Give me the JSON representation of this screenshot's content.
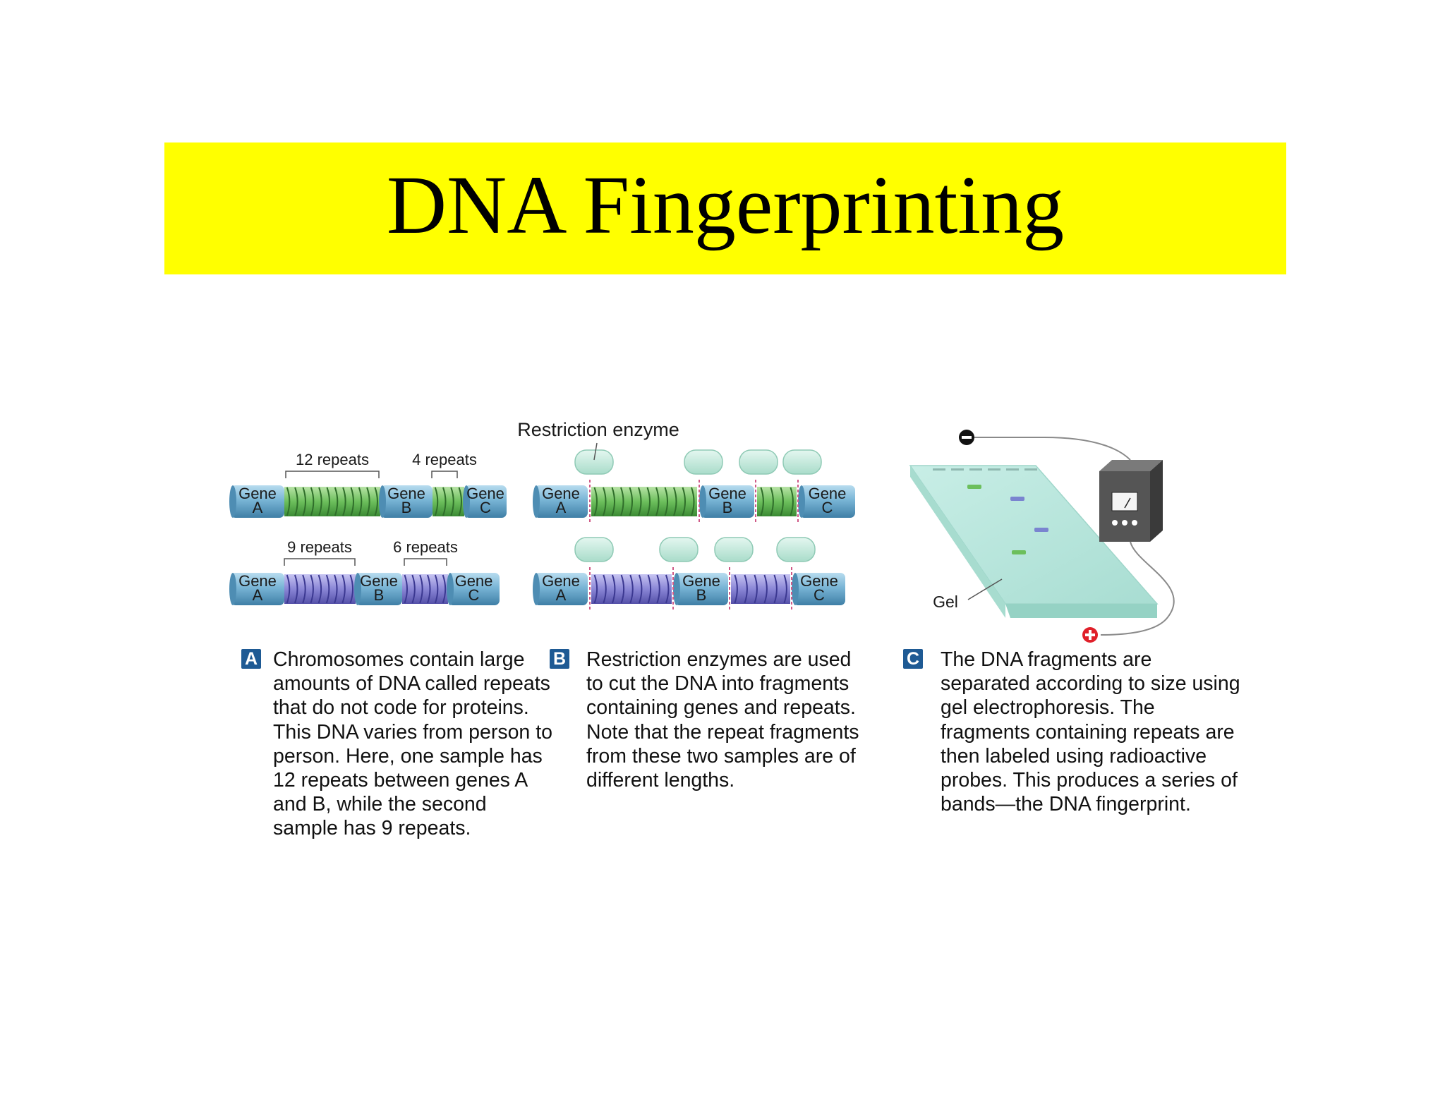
{
  "title": "DNA Fingerprinting",
  "colors": {
    "title_bg": "#ffff00",
    "gene": "#79b5d6",
    "repeat_a": "#6cbf5c",
    "repeat_b": "#8a86d6",
    "enzyme": "#bfe9dc",
    "gel": "#bde8df",
    "badge": "#1e5a94",
    "cut_line": "#d05a87"
  },
  "panel_a": {
    "strand1": {
      "gene_a": [
        "Gene",
        "A"
      ],
      "gene_b": [
        "Gene",
        "B"
      ],
      "gene_c": [
        "Gene",
        "C"
      ],
      "repeats_ab": "12 repeats",
      "repeats_bc": "4 repeats"
    },
    "strand2": {
      "gene_a": [
        "Gene",
        "A"
      ],
      "gene_b": [
        "Gene",
        "B"
      ],
      "gene_c": [
        "Gene",
        "C"
      ],
      "repeats_ab": "9 repeats",
      "repeats_bc": "6 repeats"
    }
  },
  "panel_b": {
    "enzyme_label": "Restriction enzyme",
    "strand1": {
      "gene_a": [
        "Gene",
        "A"
      ],
      "gene_b": [
        "Gene",
        "B"
      ],
      "gene_c": [
        "Gene",
        "C"
      ]
    },
    "strand2": {
      "gene_a": [
        "Gene",
        "A"
      ],
      "gene_b": [
        "Gene",
        "B"
      ],
      "gene_c": [
        "Gene",
        "C"
      ]
    }
  },
  "panel_c": {
    "gel_label": "Gel"
  },
  "captions": [
    {
      "badge": "A",
      "text": "Chromosomes contain large\namounts of DNA called repeats\nthat do not code for proteins.\nThis DNA varies from person to\nperson. Here, one sample has\n12 repeats between genes A\nand B, while the second\nsample has 9 repeats."
    },
    {
      "badge": "B",
      "text": "Restriction enzymes are used\nto cut the DNA into fragments\ncontaining genes and repeats.\nNote that the repeat fragments\nfrom these two samples are of\ndifferent lengths."
    },
    {
      "badge": "C",
      "text": "The DNA fragments are\nseparated according to size using\ngel electrophoresis.  The\nfragments containing repeats are\nthen labeled using radioactive\nprobes. This produces a series of\nbands—the DNA fingerprint."
    }
  ]
}
